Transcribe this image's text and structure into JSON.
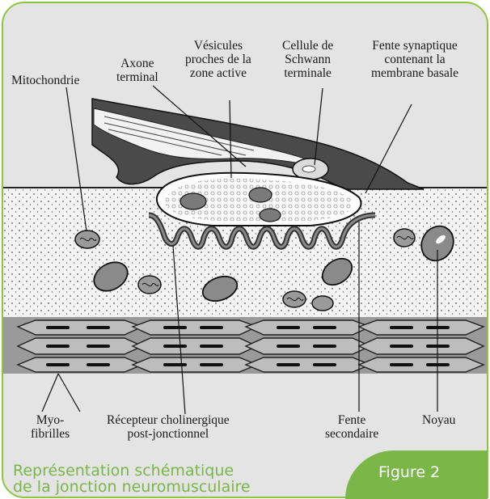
{
  "labels": {
    "mitochondrie": "Mitochondrie",
    "axone_l1": "Axone",
    "axone_l2": "terminal",
    "vesicules_l1": "Vésicules",
    "vesicules_l2": "proches de la",
    "vesicules_l3": "zone active",
    "schwann_l1": "Cellule de",
    "schwann_l2": "Schwann",
    "schwann_l3": "terminale",
    "fente_l1": "Fente synaptique",
    "fente_l2": "contenant la",
    "fente_l3": "membrane basale",
    "myo_l1": "Myo-",
    "myo_l2": "fibrilles",
    "recepteur_l1": "Récepteur cholinergique",
    "recepteur_l2": "post-jonctionnel",
    "fente2_l1": "Fente",
    "fente2_l2": "secondaire",
    "noyau": "Noyau"
  },
  "caption": {
    "line1": "Représentation schématique",
    "line2": "de la jonction neuromusculaire"
  },
  "figure_label": "Figure 2",
  "colors": {
    "frame_border": "#8cc63f",
    "accent_green": "#7ab648",
    "background": "#e4e4e4"
  }
}
